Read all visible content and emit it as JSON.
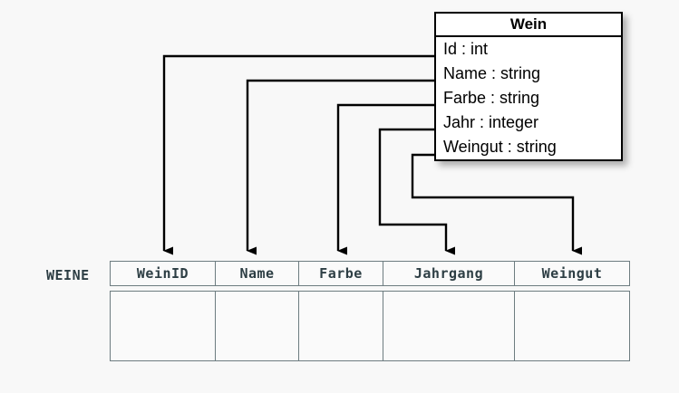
{
  "diagram": {
    "title_visible": false,
    "background_color": "#f8f8f8",
    "line_color": "#000000",
    "table_border_color": "#6d7c80",
    "table_text_color": "#2d3e44"
  },
  "uml_class": {
    "name": "Wein",
    "attributes": [
      {
        "label": "Id : int",
        "field": "Id",
        "type": "int"
      },
      {
        "label": "Name : string",
        "field": "Name",
        "type": "string"
      },
      {
        "label": "Farbe : string",
        "field": "Farbe",
        "type": "string"
      },
      {
        "label": "Jahr : integer",
        "field": "Jahr",
        "type": "integer"
      },
      {
        "label": "Weingut : string",
        "field": "Weingut",
        "type": "string"
      }
    ]
  },
  "relational_table": {
    "label": "WEINE",
    "columns": [
      {
        "header": "WeinID"
      },
      {
        "header": "Name"
      },
      {
        "header": "Farbe"
      },
      {
        "header": "Jahrgang"
      },
      {
        "header": "Weingut"
      }
    ],
    "rows": [
      {
        "cells": [
          "",
          "",
          "",
          "",
          ""
        ]
      }
    ]
  },
  "mappings": [
    {
      "from": "Id",
      "to": "WeinID",
      "arrow": "down"
    },
    {
      "from": "Name",
      "to": "Name",
      "arrow": "down"
    },
    {
      "from": "Farbe",
      "to": "Farbe",
      "arrow": "down"
    },
    {
      "from": "Jahr",
      "to": "Jahrgang",
      "arrow": "down"
    },
    {
      "from": "Weingut",
      "to": "Weingut",
      "arrow": "down"
    }
  ]
}
